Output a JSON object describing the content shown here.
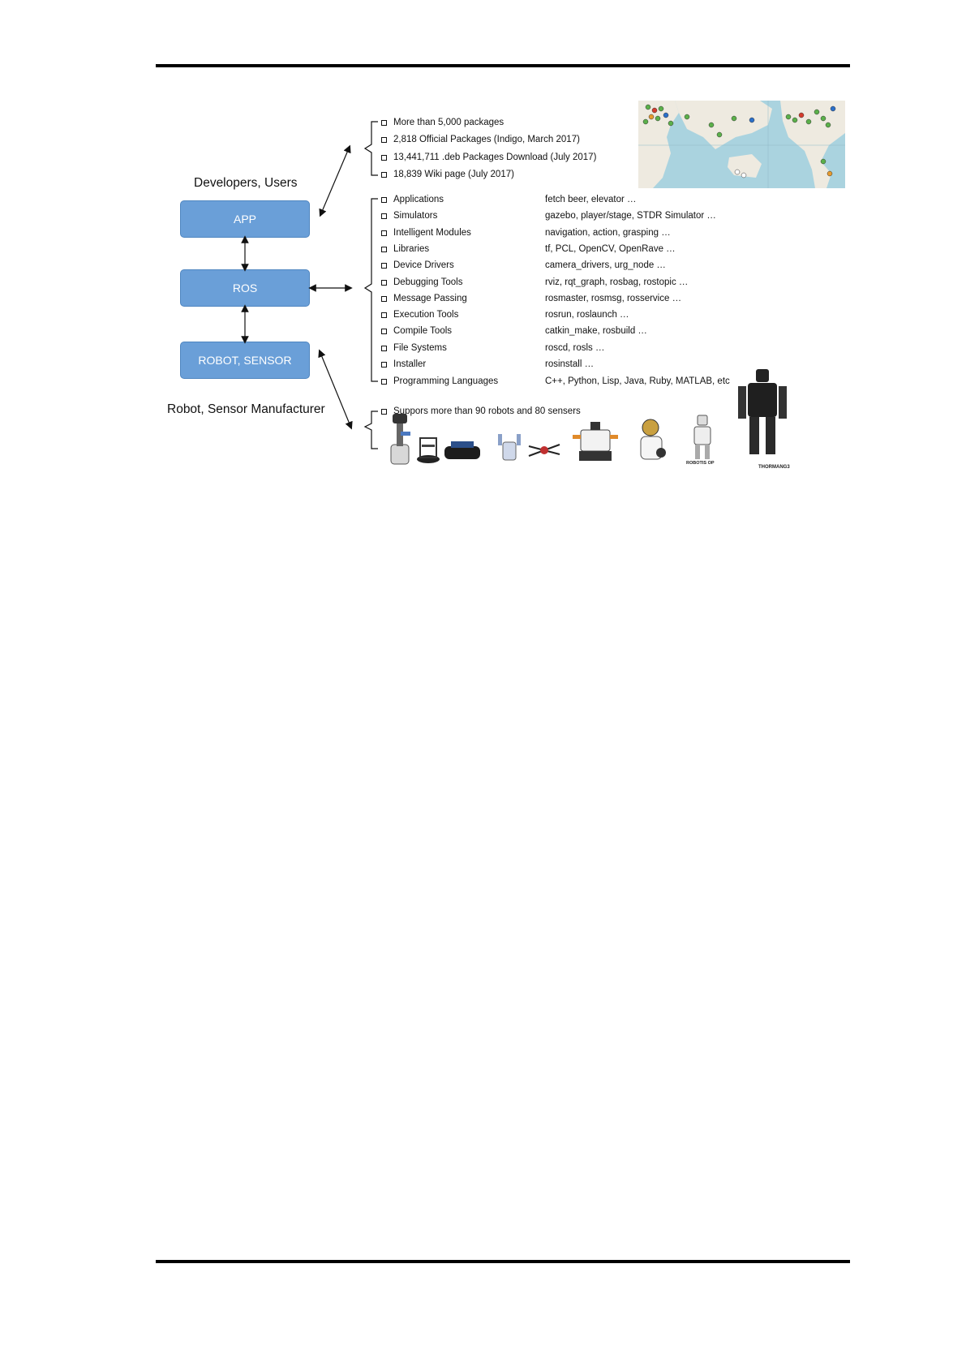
{
  "stakeholders": {
    "top": "Developers, Users",
    "bottom": "Robot, Sensor Manufacturer"
  },
  "stack": {
    "app": "APP",
    "ros": "ROS",
    "robot": "ROBOT, SENSOR"
  },
  "stats": [
    "More than 5,000 packages",
    "2,818 Official Packages (Indigo, March 2017)",
    "13,441,711 .deb Packages Download (July 2017)",
    "18,839 Wiki page (July 2017)"
  ],
  "components": [
    {
      "name": "Applications",
      "examples": "fetch beer, elevator …"
    },
    {
      "name": "Simulators",
      "examples": "gazebo, player/stage, STDR Simulator …"
    },
    {
      "name": "Intelligent Modules",
      "examples": "navigation, action, grasping …"
    },
    {
      "name": "Libraries",
      "examples": "tf, PCL, OpenCV, OpenRave …"
    },
    {
      "name": "Device Drivers",
      "examples": "camera_drivers, urg_node …"
    },
    {
      "name": "Debugging Tools",
      "examples": "rviz, rqt_graph, rosbag, rostopic …"
    },
    {
      "name": "Message Passing",
      "examples": "rosmaster, rosmsg, rosservice …"
    },
    {
      "name": "Execution Tools",
      "examples": "rosrun, roslaunch …"
    },
    {
      "name": "Compile Tools",
      "examples": "catkin_make, rosbuild …"
    },
    {
      "name": "File Systems",
      "examples": "roscd, rosls …"
    },
    {
      "name": "Installer",
      "examples": "rosinstall …"
    },
    {
      "name": "Programming Languages",
      "examples": "C++, Python, Lisp, Java, Ruby, MATLAB, etc"
    }
  ],
  "robots_support": "Suppors more than 90 robots and 80 sensers",
  "robot_labels": {
    "robotis_op": "ROBOTIS OP",
    "thormang": "THORMANG3"
  },
  "colors": {
    "box_fill": "#6a9fd8",
    "box_border": "#4f86c0",
    "map_water": "#aad3df",
    "map_land": "#eeeae0"
  }
}
